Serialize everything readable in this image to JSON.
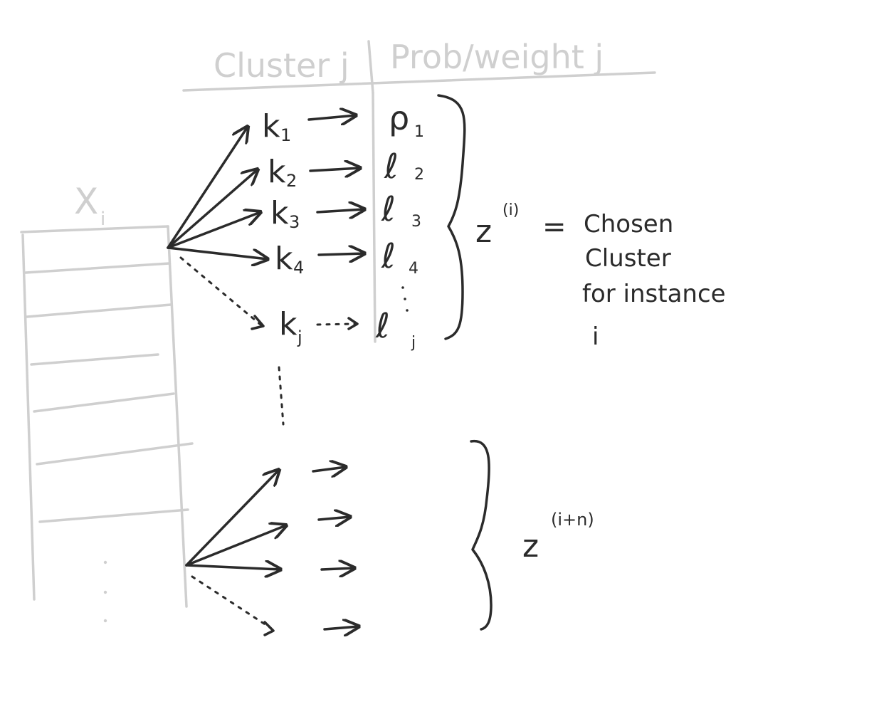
{
  "table": {
    "header_col1": "Cluster j",
    "header_col2": "Prob/weight j",
    "row_label": "X",
    "row_label_sub": "i"
  },
  "clusters": [
    {
      "k": "k",
      "k_sub": "1",
      "p": "ρ",
      "p_sub": "1"
    },
    {
      "k": "k",
      "k_sub": "2",
      "p": "ℓ",
      "p_sub": "2"
    },
    {
      "k": "k",
      "k_sub": "3",
      "p": "ℓ",
      "p_sub": "3"
    },
    {
      "k": "k",
      "k_sub": "4",
      "p": "ℓ",
      "p_sub": "4"
    },
    {
      "k": "k",
      "k_sub": "j",
      "p": "ℓ",
      "p_sub": "j"
    }
  ],
  "z_first": {
    "label": "z",
    "sup": "(i)"
  },
  "z_note": {
    "equals": "=",
    "lines": [
      "Chosen",
      "Cluster",
      "for instance",
      "i"
    ]
  },
  "z_second": {
    "label": "z",
    "sup": "(i+n)"
  },
  "colors": {
    "ink": "#2b2b2b",
    "faint": "#cfcfcf",
    "background": "#ffffff"
  }
}
